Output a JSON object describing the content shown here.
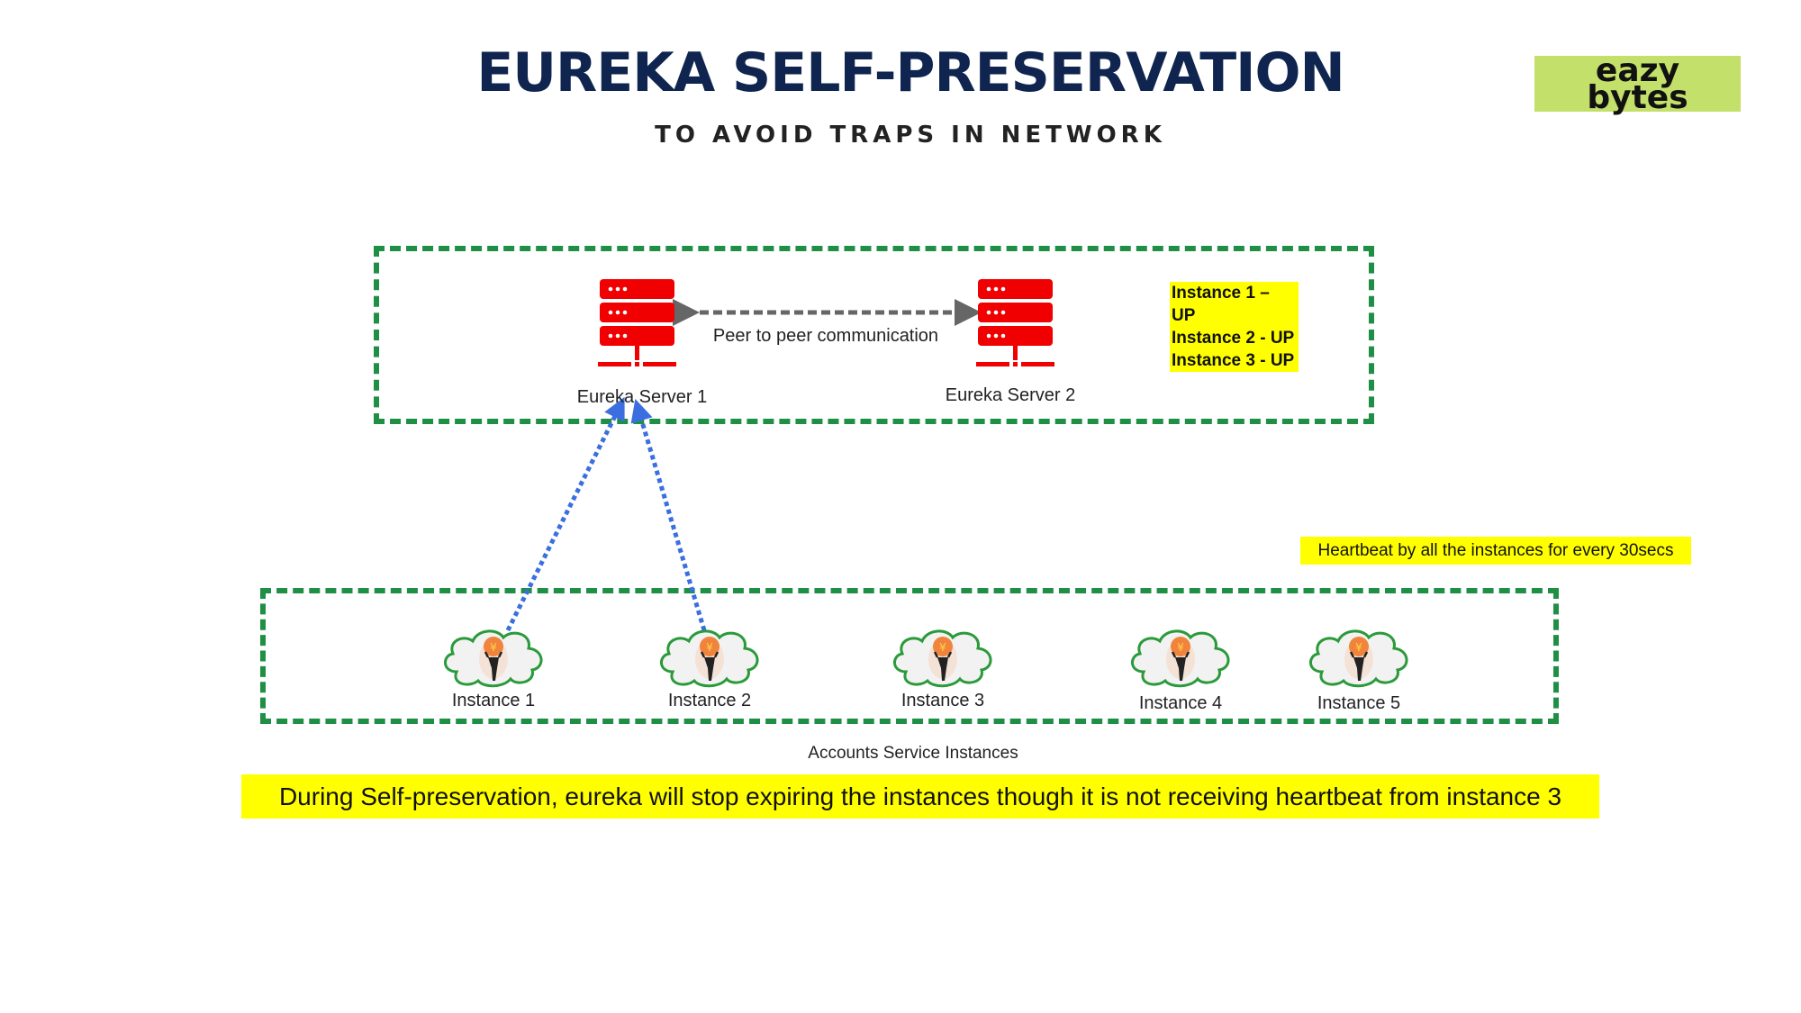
{
  "header": {
    "title": "EUREKA SELF-PRESERVATION",
    "subtitle": "TO AVOID TRAPS IN NETWORK"
  },
  "logo": {
    "line1": "eazy",
    "line2": "bytes"
  },
  "servers": [
    {
      "label": "Eureka Server 1",
      "icon": "server-icon"
    },
    {
      "label": "Eureka Server 2",
      "icon": "server-icon"
    }
  ],
  "peer_label": "Peer to peer communication",
  "status": [
    "Instance 1 – UP",
    "Instance 2 - UP",
    "Instance 3 - UP"
  ],
  "heartbeat_note": "Heartbeat by all the instances for every 30secs",
  "instances": [
    {
      "label": "Instance 1"
    },
    {
      "label": "Instance 2"
    },
    {
      "label": "Instance 3"
    },
    {
      "label": "Instance 4"
    },
    {
      "label": "Instance 5"
    }
  ],
  "group_label": "Accounts Service Instances",
  "footer_note": "During Self-preservation, eureka will stop expiring the instances though it is not receiving heartbeat from instance 3",
  "colors": {
    "server": "#f00000",
    "dashed_box": "#1f8f45",
    "highlight": "#ffff00",
    "heartbeat_arrow": "#3b6fe0",
    "title": "#0f2550",
    "logo_bg": "#c3e06a"
  }
}
